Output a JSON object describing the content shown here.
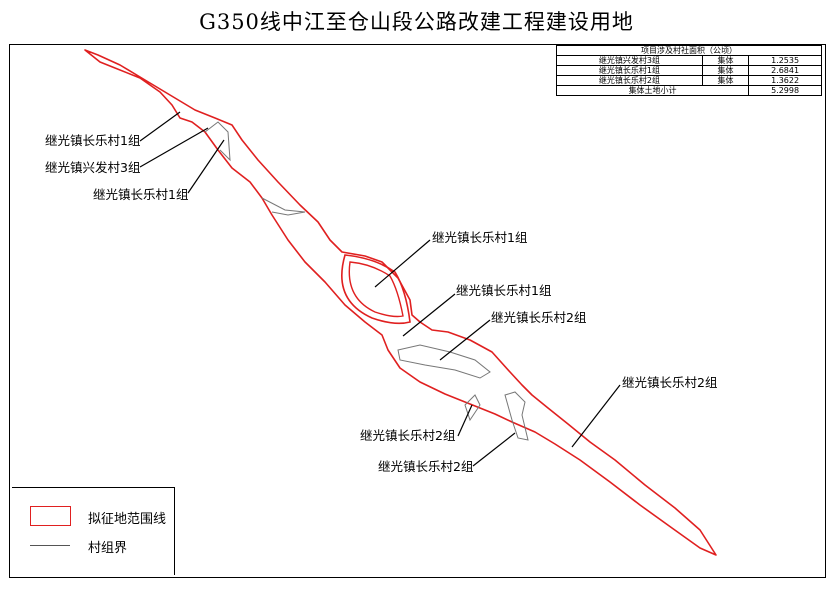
{
  "title": "G350线中江至仓山段公路改建工程建设用地",
  "area_table": {
    "header": "项目涉及村社面积（公顷）",
    "rows": [
      {
        "name": "继光镇兴发村3组",
        "type": "集体",
        "area": "1.2535"
      },
      {
        "name": "继光镇长乐村1组",
        "type": "集体",
        "area": "2.6841"
      },
      {
        "name": "继光镇长乐村2组",
        "type": "集体",
        "area": "1.3622"
      }
    ],
    "subtotal_label": "集体土地小计",
    "subtotal_value": "5.2998"
  },
  "labels": {
    "l1": "继光镇长乐村1组",
    "l2": "继光镇兴发村3组",
    "l3": "继光镇长乐村1组",
    "l4": "继光镇长乐村1组",
    "l5": "继光镇长乐村1组",
    "l6": "继光镇长乐村2组",
    "l7": "继光镇长乐村2组",
    "l8": "继光镇长乐村2组",
    "l9": "继光镇长乐村2组"
  },
  "legend": {
    "boundary_label": "拟征地范围线",
    "village_label": "村组界"
  },
  "colors": {
    "boundary": "#e02020",
    "village_line": "#555555"
  }
}
